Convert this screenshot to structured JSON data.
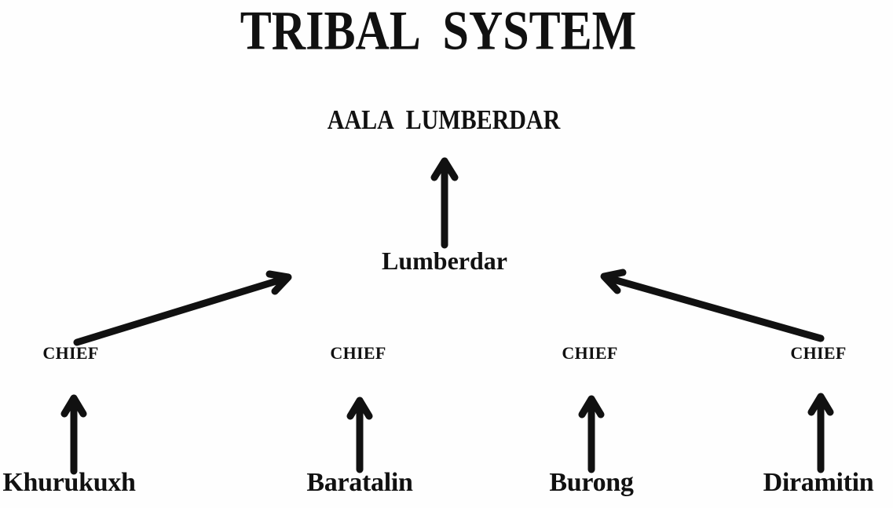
{
  "title": "TRIBAL SYSTEM",
  "hierarchy": {
    "top_role": "AALA LUMBERDAR",
    "middle_role": "Lumberdar",
    "chiefs": [
      {
        "label": "CHIEF",
        "tribe": "Khurukuxh"
      },
      {
        "label": "CHIEF",
        "tribe": "Baratalin"
      },
      {
        "label": "CHIEF",
        "tribe": "Burong"
      },
      {
        "label": "CHIEF",
        "tribe": "Diramitin"
      }
    ]
  },
  "arrows": [
    {
      "from": "Lumberdar",
      "to": "AALA LUMBERDAR",
      "direction": "up"
    },
    {
      "from": "CHIEF (Khurukuxh)",
      "to": "Lumberdar",
      "direction": "diagonal-up-right"
    },
    {
      "from": "CHIEF (Diramitin)",
      "to": "Lumberdar",
      "direction": "diagonal-up-left"
    },
    {
      "from": "Khurukuxh",
      "to": "CHIEF",
      "direction": "up"
    },
    {
      "from": "Baratalin",
      "to": "CHIEF",
      "direction": "up"
    },
    {
      "from": "Burong",
      "to": "CHIEF",
      "direction": "up"
    },
    {
      "from": "Diramitin",
      "to": "CHIEF",
      "direction": "up"
    }
  ],
  "colors": {
    "ink": "#111111",
    "background": "#fefefe"
  }
}
